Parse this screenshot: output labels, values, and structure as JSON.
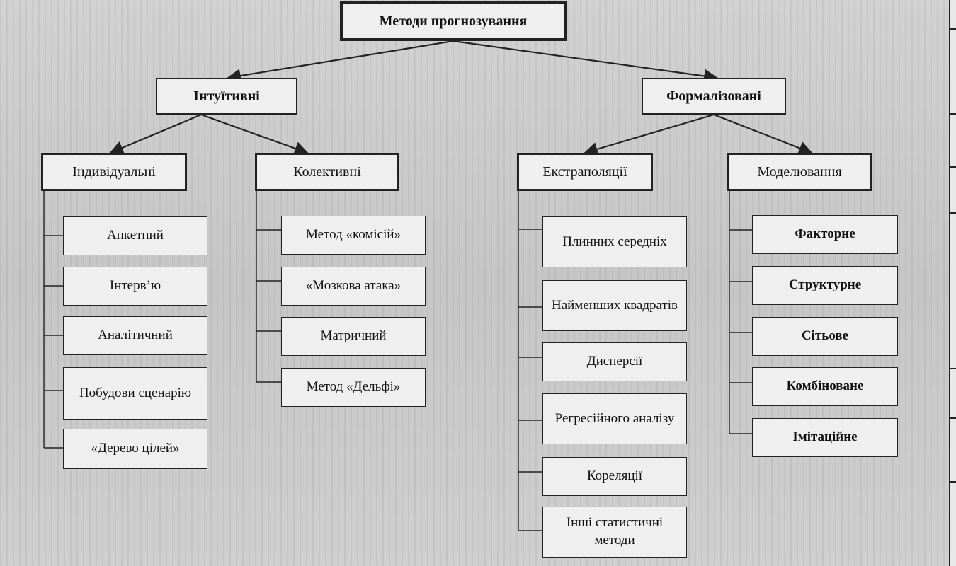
{
  "root": "Методи прогнозування",
  "branches": {
    "intuitive": {
      "label": "Інтуїтивні",
      "individual": {
        "label": "Індивідуальні",
        "items": [
          "Анкетний",
          "Інтерв’ю",
          "Аналітичний",
          "Побудови сценарію",
          "«Дерево цілей»"
        ]
      },
      "collective": {
        "label": "Колективні",
        "items": [
          "Метод «комісій»",
          "«Мозкова атака»",
          "Матричний",
          "Метод «Дельфі»"
        ]
      }
    },
    "formalized": {
      "label": "Формалізовані",
      "extrapolation": {
        "label": "Екстраполяції",
        "items": [
          "Плинних середніх",
          "Найменших квадратів",
          "Дисперсії",
          "Регресійного аналізу",
          "Кореляції",
          "Інші статистичні методи"
        ]
      },
      "modeling": {
        "label": "Моделювання",
        "items": [
          "Факторне",
          "Структурне",
          "Сітьове",
          "Комбіноване",
          "Імітаційне"
        ]
      }
    }
  },
  "colors": {
    "box_fill": "#efefef",
    "line": "#222222",
    "background": "#c9c9c9"
  }
}
